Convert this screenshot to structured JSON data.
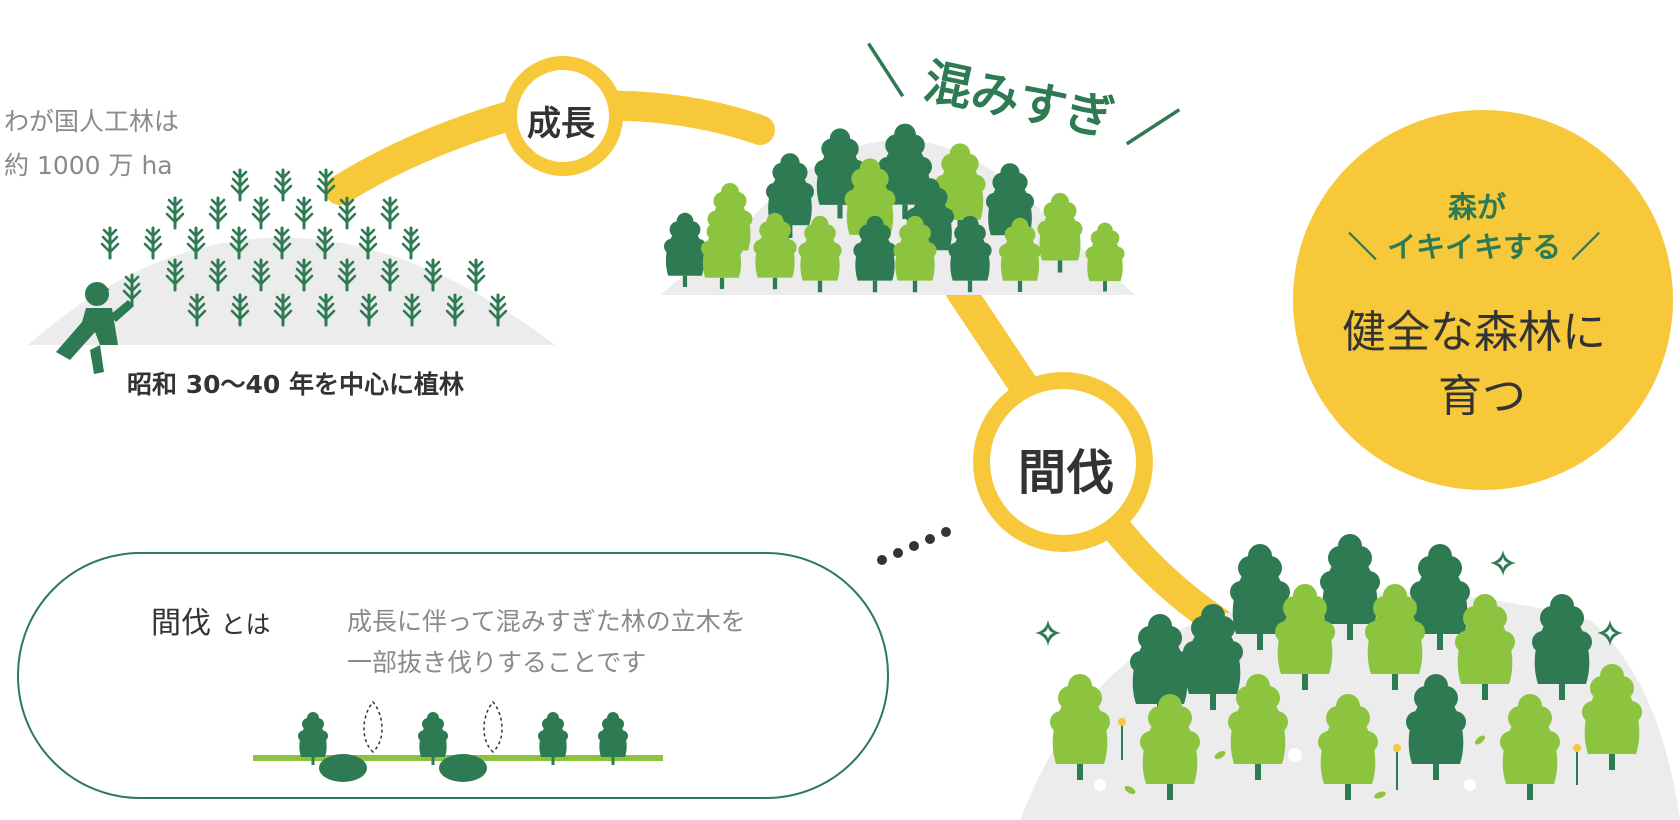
{
  "colors": {
    "yellow": "#f7c83a",
    "dark_green": "#2e7a52",
    "light_green": "#8cc43f",
    "ground": "#ececec",
    "text_gray": "#8a8a8a",
    "text_dark": "#333333",
    "heading_green": "#2e7a52"
  },
  "intro": {
    "line1": "わが国人工林は",
    "line2": "約 1000 万 ha"
  },
  "planting": {
    "caption": "昭和 30〜40 年を中心に植林"
  },
  "stages": {
    "growth_label": "成長",
    "crowded_label": "＼ 混みすぎ ／",
    "thinning_label": "間伐"
  },
  "result": {
    "tagline_top": "森が",
    "tagline_bottom": "＼ イキイキする ／",
    "main_line1": "健全な森林に",
    "main_line2": "育つ"
  },
  "definition": {
    "term": "間伐",
    "term_suffix": "とは",
    "line1": "成長に伴って混みすぎた林の立木を",
    "line2": "一部抜き伐りすることです"
  }
}
